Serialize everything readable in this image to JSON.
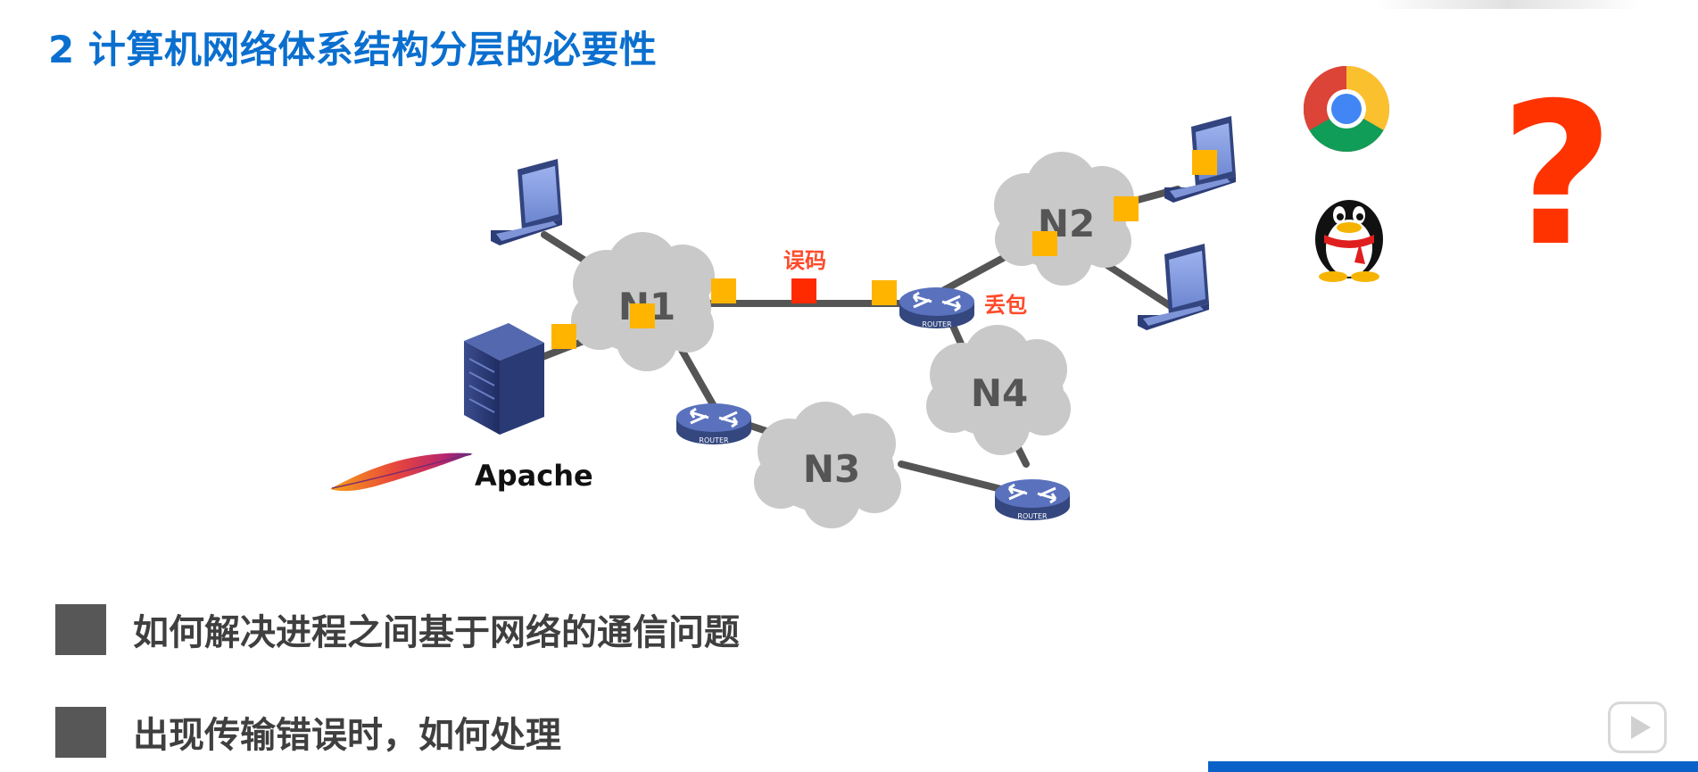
{
  "slide": {
    "title": "2 计算机网络体系结构分层的必要性"
  },
  "diagram": {
    "nodes": {
      "n1": "N1",
      "n2": "N2",
      "n3": "N3",
      "n4": "N4"
    },
    "router_label": "ROUTER",
    "error_label": "误码",
    "loss_label": "丢包",
    "apache_label": "Apache",
    "question_mark": "?",
    "colors": {
      "cloud": "#c9c9c9",
      "link": "#555555",
      "packet": "#ffb400",
      "error_packet": "#ff2a00",
      "router": "#4a5fa8",
      "question": "#ff3300"
    }
  },
  "bullets": [
    {
      "text": "如何解决进程之间基于网络的通信问题"
    },
    {
      "text": "出现传输错误时，如何处理"
    }
  ],
  "icons": [
    "laptop-icon",
    "server-icon",
    "router-icon",
    "chrome-icon",
    "qq-penguin-icon",
    "apache-feather-icon",
    "play-video-icon"
  ]
}
